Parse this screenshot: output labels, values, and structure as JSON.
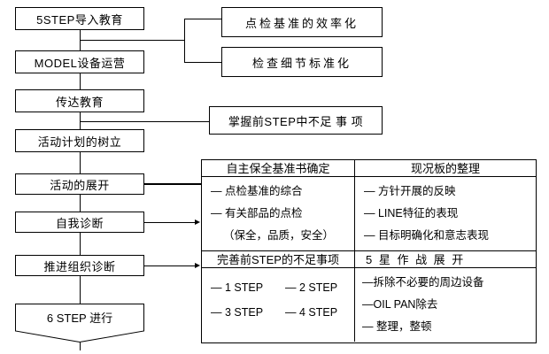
{
  "title": "5STEP activity flow chart",
  "colors": {
    "line": "#000000",
    "background": "#ffffff",
    "text": "#000000"
  },
  "flow": {
    "left_boxes": [
      {
        "id": "step5-intro",
        "label": "5STEP导入教育"
      },
      {
        "id": "model-equipment",
        "label": "MODEL设备运营"
      },
      {
        "id": "transfer-education",
        "label": "传达教育"
      },
      {
        "id": "activity-plan",
        "label": "活动计划的树立"
      },
      {
        "id": "activity-deploy",
        "label": "活动的展开"
      },
      {
        "id": "self-diagnosis",
        "label": "自我诊断"
      },
      {
        "id": "org-diagnosis",
        "label": "推进组织诊断"
      }
    ],
    "terminator": {
      "id": "step6-proceed",
      "label": "6 STEP 进行"
    },
    "right_boxes": [
      {
        "id": "inspection-efficiency",
        "label": "点检基准的效率化"
      },
      {
        "id": "detail-standardize",
        "label": "检查细节标准化"
      },
      {
        "id": "grasp-shortcomings",
        "label": "掌握前STEP中不足 事 项"
      }
    ]
  },
  "table": {
    "quadrants": [
      {
        "id": "autonomous-maintenance-standard",
        "header": "自主保全基准书确定",
        "items": [
          "—  点检基准的综合",
          "—  有关部品的点检",
          "（保全，品质，安全）"
        ]
      },
      {
        "id": "status-board-organize",
        "header": "现况板的整理",
        "items": [
          "— 方针开展的反映",
          "— LINE特征的表现",
          "— 目标明确化和意志表现"
        ]
      },
      {
        "id": "improve-prev-step",
        "header": "完善前STEP的不足事项",
        "steps": [
          [
            "— 1 STEP",
            "— 2 STEP"
          ],
          [
            "— 3 STEP",
            "— 4 STEP"
          ]
        ]
      },
      {
        "id": "five-star-campaign",
        "header": "5 星 作 战 展 开",
        "items": [
          "—拆除不必要的周边设备",
          "—OIL PAN除去",
          "— 整理，整顿"
        ]
      }
    ]
  }
}
